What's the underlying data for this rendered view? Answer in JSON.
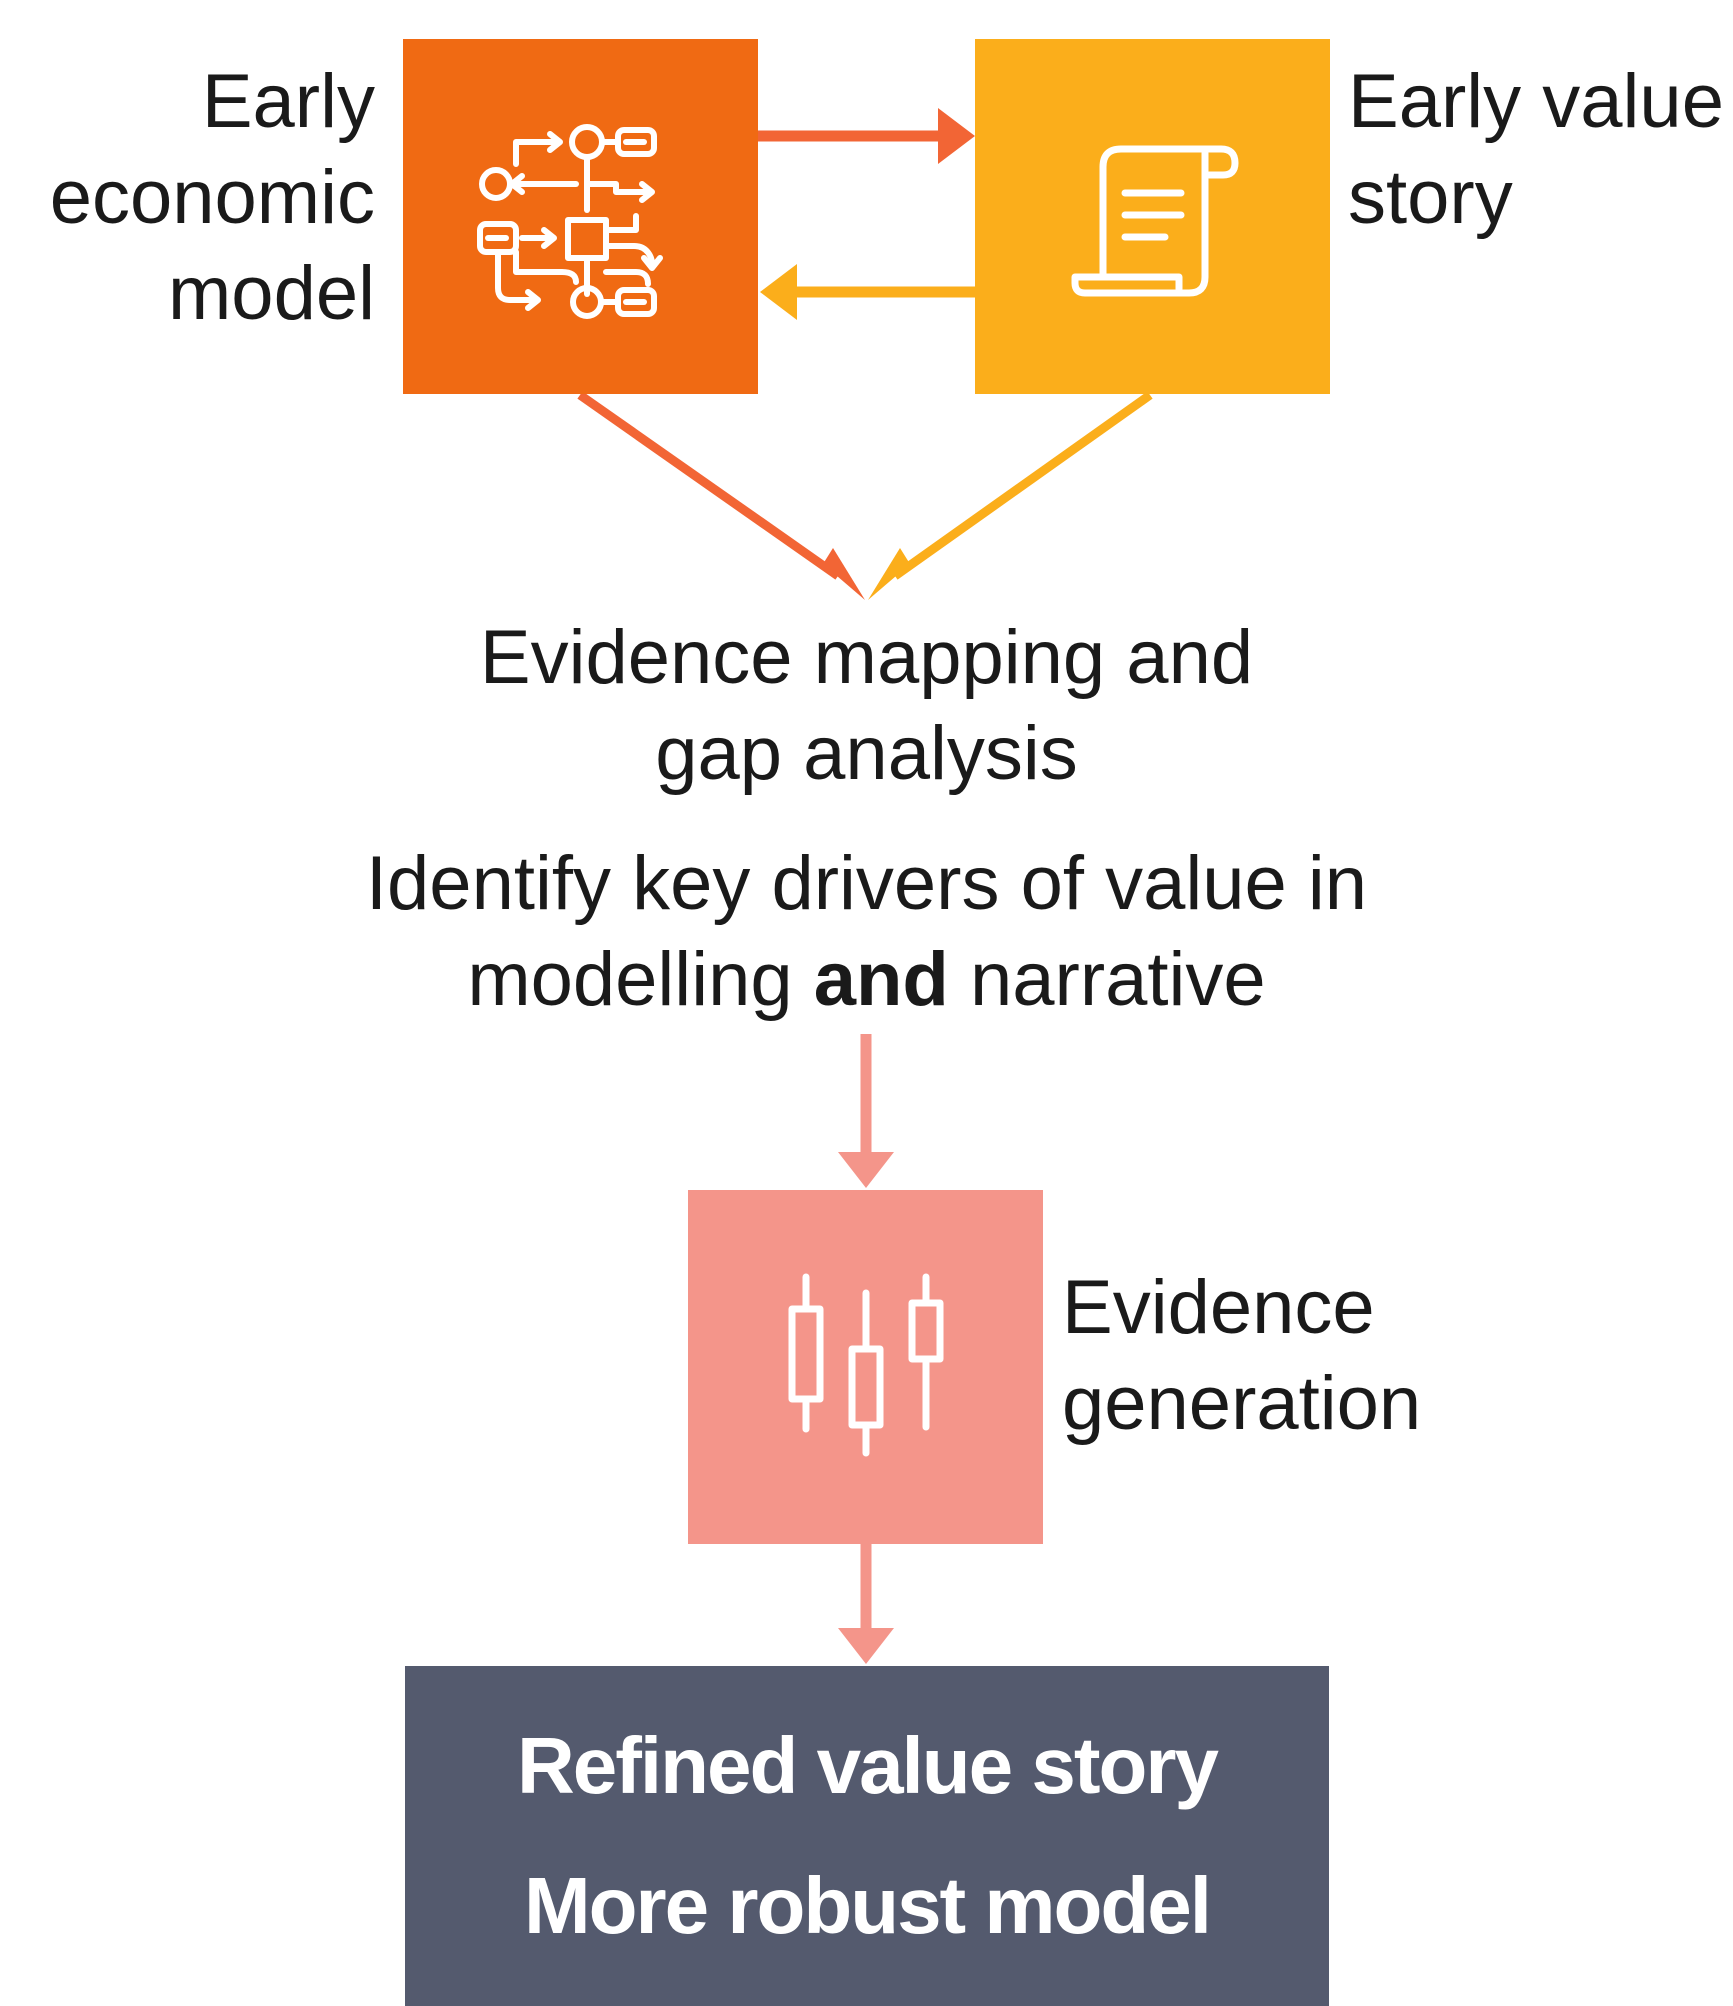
{
  "nodes": {
    "economic_model": {
      "label_lines": [
        "Early",
        "economic",
        "model"
      ],
      "color": "#F06A13",
      "icon": "workflow-icon"
    },
    "value_story": {
      "label_lines": [
        "Early value",
        "story"
      ],
      "color": "#FBAE1B",
      "icon": "scroll-icon"
    },
    "evidence_mapping": {
      "title_lines": [
        "Evidence mapping and",
        "gap analysis"
      ],
      "description_line1": "Identify key drivers of value in",
      "description_line2_before": "modelling ",
      "description_line2_bold": "and",
      "description_line2_after": " narrative"
    },
    "evidence_generation": {
      "label_lines": [
        "Evidence",
        "generation"
      ],
      "color": "#F4958A",
      "icon": "candlestick-chart-icon"
    },
    "result": {
      "lines": [
        "Refined value story",
        "More robust model"
      ],
      "color": "#545A6E"
    }
  },
  "edges": [
    {
      "from": "economic_model",
      "to": "value_story",
      "color": "#F26535"
    },
    {
      "from": "value_story",
      "to": "economic_model",
      "color": "#FBAE1B"
    },
    {
      "from": "economic_model",
      "to": "evidence_mapping",
      "color": "#F26535"
    },
    {
      "from": "value_story",
      "to": "evidence_mapping",
      "color": "#FBAE1B"
    },
    {
      "from": "evidence_mapping",
      "to": "evidence_generation",
      "color": "#F4958A"
    },
    {
      "from": "evidence_generation",
      "to": "result",
      "color": "#F4958A"
    }
  ]
}
